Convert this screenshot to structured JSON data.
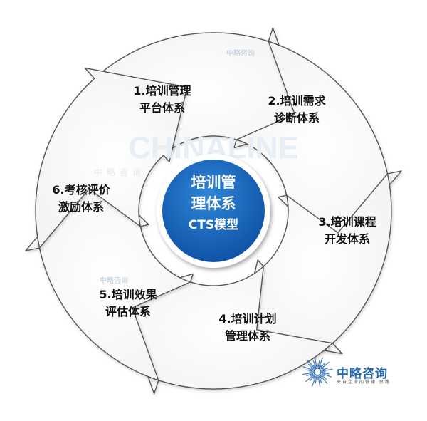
{
  "center": {
    "line1": "培训管",
    "line2": "理体系",
    "line3": "CTS模型"
  },
  "segments": [
    {
      "line1": "1.培训管理",
      "line2": "平台体系"
    },
    {
      "line1": "2.培训需求",
      "line2": "诊断体系"
    },
    {
      "line1": "3.培训课程",
      "line2": "开发体系"
    },
    {
      "line1": "4.培训计划",
      "line2": "管理体系"
    },
    {
      "line1": "5.培训效果",
      "line2": "评估体系"
    },
    {
      "line1": "6.考核评价",
      "line2": "激励体系"
    }
  ],
  "watermarks": {
    "brand": "中略咨询",
    "big": "CHINALINE",
    "sub": "中略咨询",
    "logo_sub": "来自企业的铁律 思路"
  },
  "colors": {
    "center_blue": "#1565c0",
    "outline": "#555555",
    "logo_blue": "#2a6bb0"
  }
}
